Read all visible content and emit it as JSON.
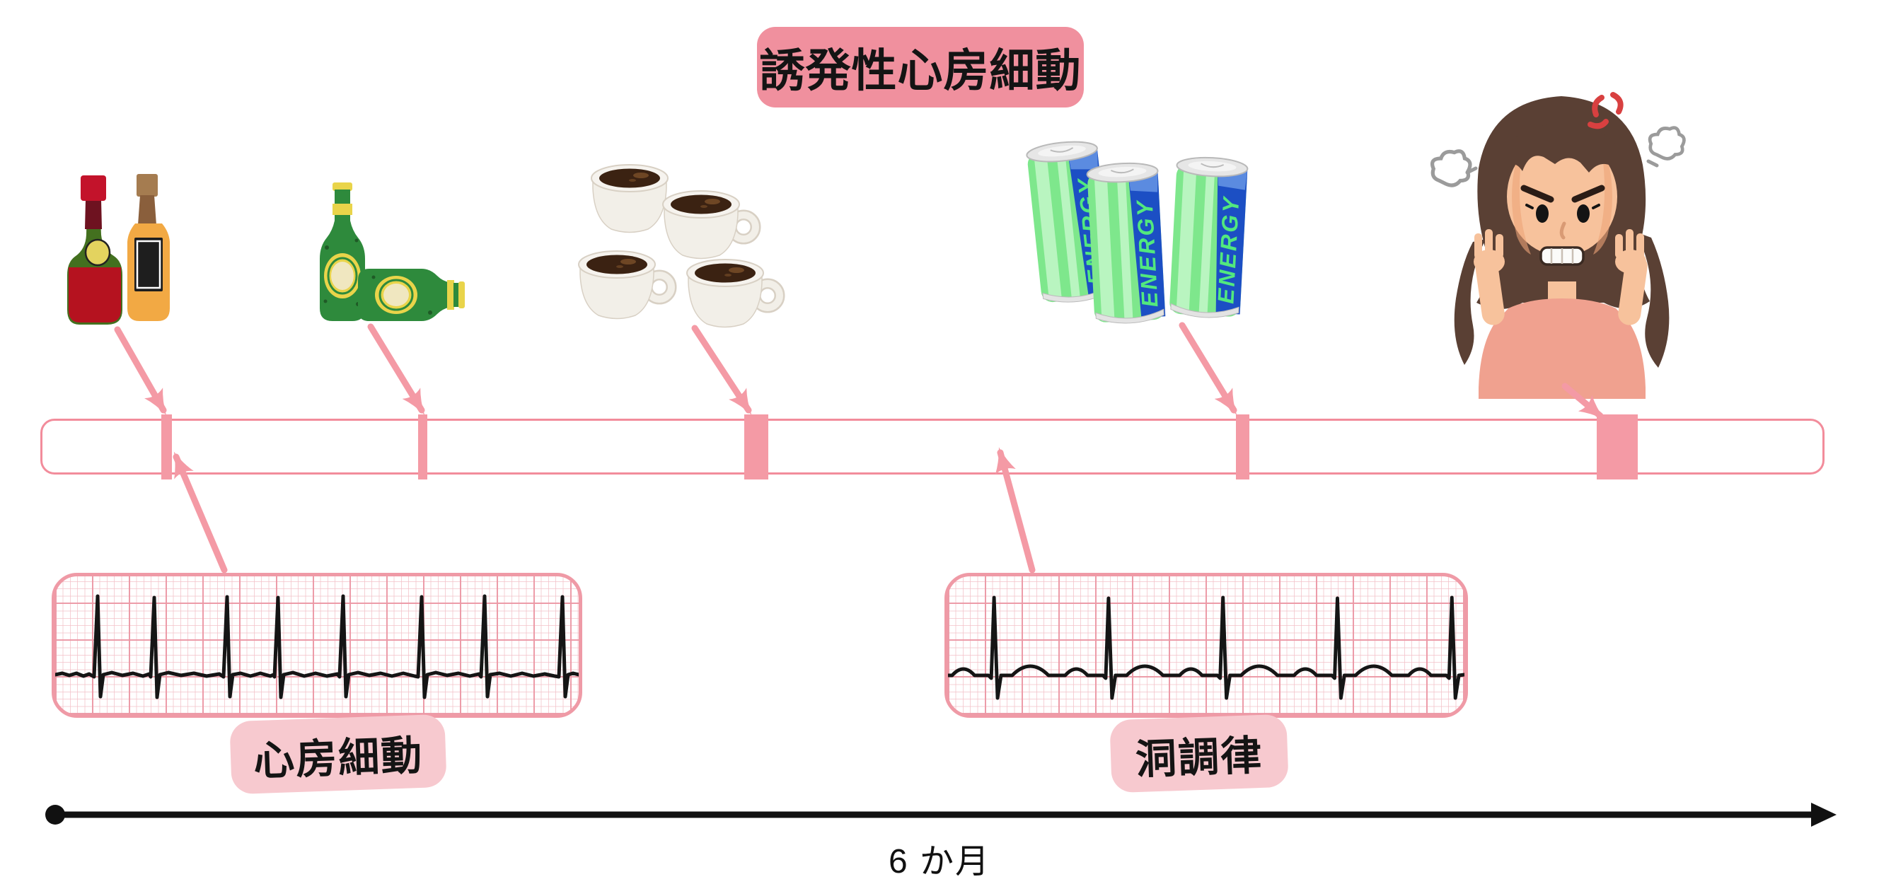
{
  "title": {
    "text": "誘発性心房細動",
    "bg_color": "#F0909E"
  },
  "triggers": {
    "alcohol": {
      "icon": "liquor-bottles-icon"
    },
    "beer": {
      "icon": "beer-bottles-icon"
    },
    "coffee": {
      "icon": "coffee-cups-icon"
    },
    "energy": {
      "icon": "energy-drink-cans-icon",
      "can_label": "ENERGY"
    },
    "stress": {
      "icon": "angry-woman-icon"
    }
  },
  "timeline": {
    "marker_positions_pct": [
      7.1,
      21.5,
      40.1,
      67.4,
      88.4
    ],
    "marker_count": 5,
    "bar_border_color": "#F28C9B",
    "marker_color": "#F49AA5"
  },
  "ecg": {
    "af_label": "心房細動",
    "sinus_label": "洞調律",
    "grid_color": "#EF9AA6",
    "trace_color": "#151515"
  },
  "axis": {
    "label": "6 か月",
    "line_color": "#111111"
  },
  "colors": {
    "badge_pink": "#F0909E",
    "label_pink": "#F7C9CF",
    "arrow_pink": "#F49AA5"
  }
}
